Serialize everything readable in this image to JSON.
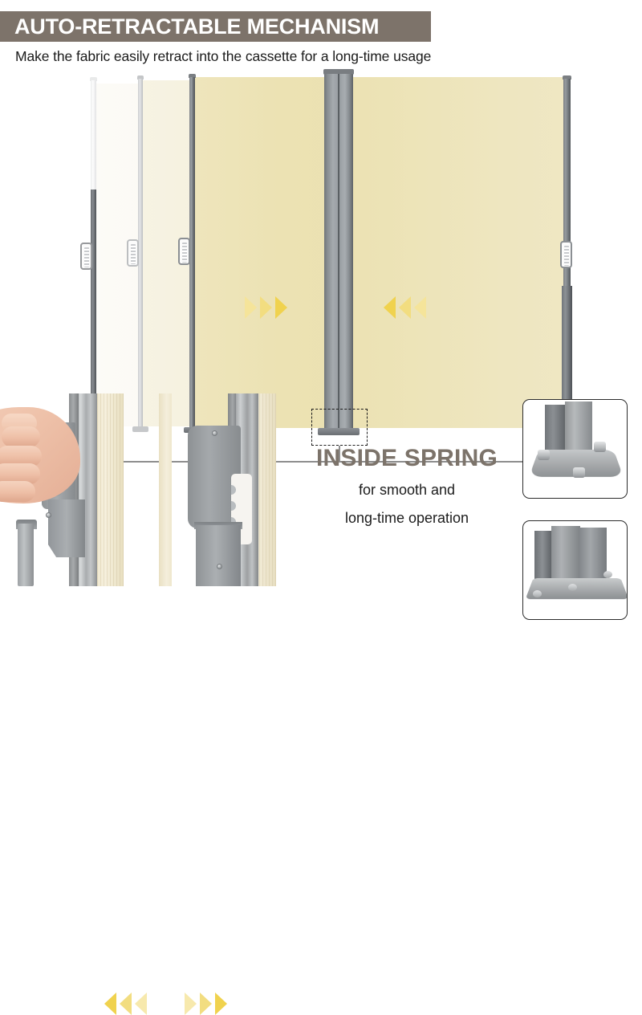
{
  "header": {
    "title": "AUTO-RETRACTABLE MECHANISM",
    "subtitle": "Make the fabric easily retract into the cassette for a long-time usage",
    "banner_color": "#7d736a",
    "title_color": "#ffffff",
    "subtitle_color": "#1a1a1a"
  },
  "hero": {
    "name": "retractable-side-awning-illustration",
    "description": "Double retractable side awning screen shown mid-retraction with ghosted motion trail panels",
    "fabric_color": "#ece2b3",
    "fabric_ghost_color": "#f7f3e3",
    "post_color": "#8b8f94",
    "chevron_colors": [
      "#f5e49a",
      "#f2dd80",
      "#f0d24e"
    ],
    "chevrons_right": {
      "direction": "right",
      "count": 3,
      "meaning": "left panel retracts toward centre cassette"
    },
    "chevrons_left": {
      "direction": "left",
      "count": 3,
      "meaning": "right panel retracts toward centre cassette"
    },
    "callouts": [
      {
        "name": "left-post-base",
        "box": "dashed"
      },
      {
        "name": "centre-double-cassette-base",
        "box": "dashed"
      },
      {
        "name": "right-post-base",
        "box": "dashed"
      }
    ]
  },
  "bottom": {
    "photo_hand": {
      "name": "hand-pulling-handle-photo",
      "caption": ""
    },
    "photo_handle": {
      "name": "handle-closeup-photo",
      "caption": ""
    },
    "spring": {
      "title": "INSIDE SPRING",
      "line1": "for smooth and",
      "line2": "long-time operation",
      "title_color": "#7c736a",
      "body_color": "#1c1c1c"
    },
    "chevrons_bottom_left": {
      "direction": "left",
      "count": 3
    },
    "chevrons_bottom_right": {
      "direction": "right",
      "count": 3
    },
    "insets": [
      {
        "name": "single-post-base-plate",
        "label": ""
      },
      {
        "name": "double-post-base-plate",
        "label": ""
      }
    ]
  }
}
